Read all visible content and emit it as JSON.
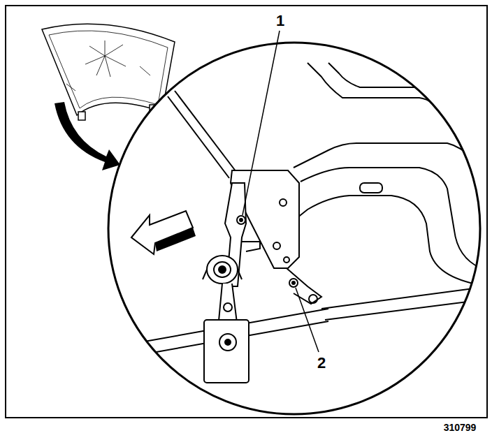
{
  "diagram": {
    "labels": [
      "1",
      "2",
      "310799"
    ]
  }
}
